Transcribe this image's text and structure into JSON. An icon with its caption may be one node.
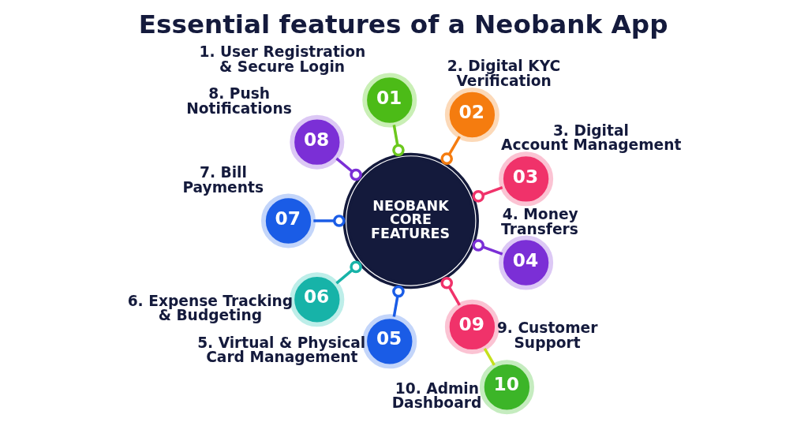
{
  "diagram": {
    "title": "Essential features of a Neobank App",
    "nodes": [
      {
        "text": [
          "NEOBANK CORE FEATURES"
        ]
      },
      {
        "text": [
          "01"
        ],
        "beside": [
          "1. User Registration & Secure Login"
        ]
      },
      {
        "text": [
          "02"
        ],
        "beside": [
          "2. Digital KYC Verification"
        ]
      },
      {
        "text": [
          "03"
        ],
        "beside": [
          "3. Digital Account Management"
        ]
      },
      {
        "text": [
          "04"
        ],
        "beside": [
          "4. Money Transfers"
        ]
      },
      {
        "text": [
          "05"
        ],
        "beside": [
          "5. Virtual & Physical Card Management"
        ]
      },
      {
        "text": [
          "06"
        ],
        "beside": [
          "6. Expense Tracking & Budgeting"
        ]
      },
      {
        "text": [
          "07"
        ],
        "beside": [
          "7. Bill Payments"
        ]
      },
      {
        "text": [
          "08"
        ],
        "beside": [
          "8. Push Notifications"
        ]
      },
      {
        "text": [
          "09"
        ],
        "beside": [
          "9. Customer Support"
        ]
      },
      {
        "text": [
          "10"
        ],
        "beside": [
          "10. Admin Dashboard"
        ]
      }
    ],
    "edges": [
      {
        "from": 0,
        "to": 1,
        "arrow": "other",
        "color": "#6cc81e"
      },
      {
        "from": 0,
        "to": 2,
        "arrow": "other",
        "color": "#f57c0f"
      },
      {
        "from": 0,
        "to": 3,
        "arrow": "other",
        "color": "#f0326a"
      },
      {
        "from": 0,
        "to": 4,
        "arrow": "other",
        "color": "#7b2fd6"
      },
      {
        "from": 0,
        "to": 9,
        "arrow": "other",
        "color": "#f0326a"
      },
      {
        "from": 0,
        "to": 5,
        "arrow": "other",
        "color": "#1a5ce6"
      },
      {
        "from": 0,
        "to": 6,
        "arrow": "other",
        "color": "#17b3a8"
      },
      {
        "from": 0,
        "to": 7,
        "arrow": "other",
        "color": "#1a5ce6"
      },
      {
        "from": 0,
        "to": 8,
        "arrow": "other",
        "color": "#7b2fd6"
      },
      {
        "from": 9,
        "to": 10,
        "arrow": "none",
        "color": "#c5e01e"
      }
    ]
  }
}
